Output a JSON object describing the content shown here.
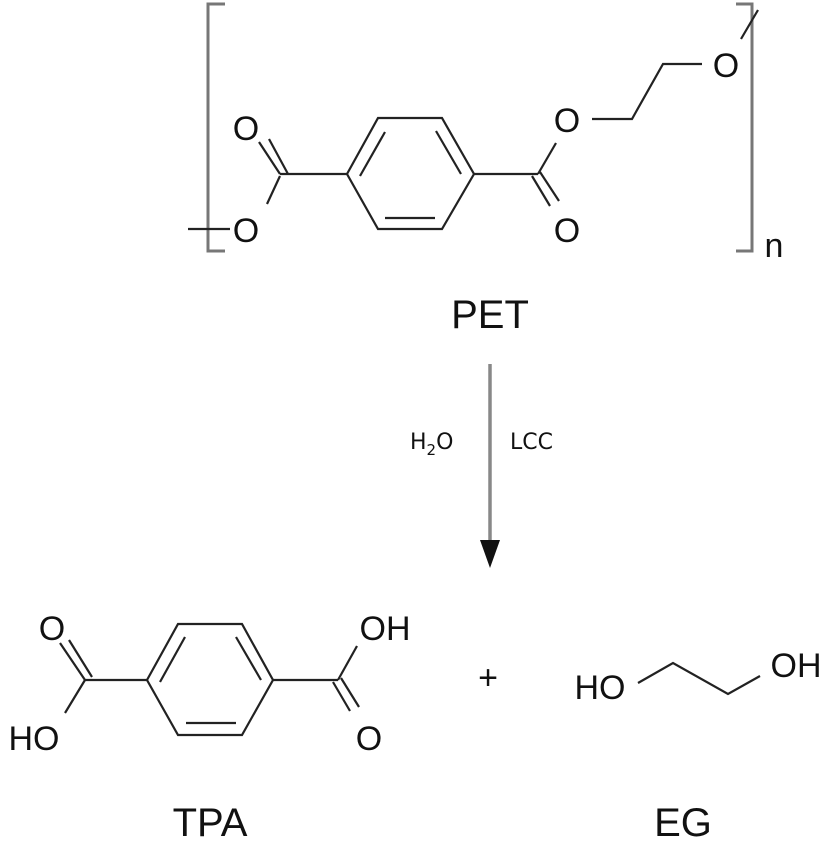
{
  "reaction": {
    "reactant": {
      "name": "PET",
      "repeat_subscript": "n",
      "atoms": {
        "o_carbonyl_left": "O",
        "o_ester_left": "O",
        "o_ester_right": "O",
        "o_carbonyl_right": "O",
        "o_chain_end": "O"
      }
    },
    "conditions": {
      "reagent_main": "H",
      "reagent_subscript": "2",
      "reagent_tail": "O",
      "catalyst": "LCC"
    },
    "products": [
      {
        "name": "TPA",
        "atoms": {
          "o_top_left": "O",
          "oh_bottom_left": "HO",
          "oh_top_right": "OH",
          "o_bottom_right": "O"
        }
      },
      {
        "name": "EG",
        "atoms": {
          "oh_left": "HO",
          "oh_right": "OH"
        }
      }
    ],
    "plus_sign": "+"
  },
  "colors": {
    "bond": "#222222",
    "bracket": "#777777",
    "arrow": "#888888",
    "text": "#111111",
    "background": "#ffffff"
  }
}
